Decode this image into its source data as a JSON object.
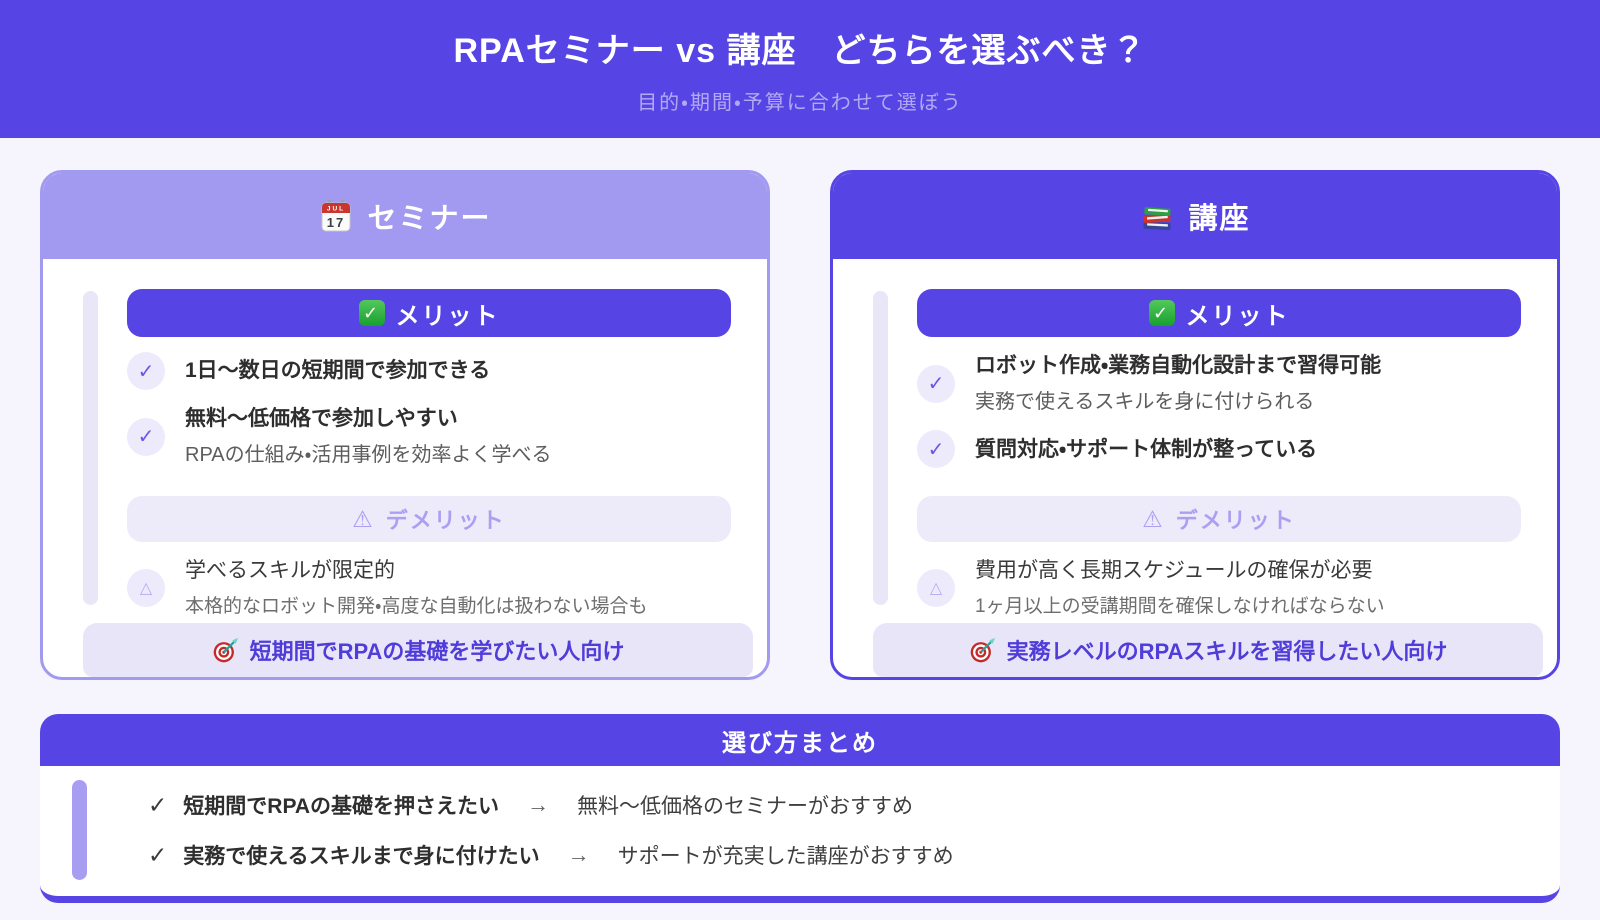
{
  "header": {
    "title": "RPAセミナー vs 講座　どちらを選ぶべき？",
    "subtitle": "目的・期間・予算に合わせて選ぼう"
  },
  "icons": {
    "check": "✓",
    "item_check": "✓",
    "triangle": "△",
    "warning": "⚠",
    "calendar_month": "JUL",
    "calendar_day": "17",
    "summary_check": "✓"
  },
  "cards": [
    {
      "title": "セミナー",
      "icon": "calendar-icon",
      "merit_label": "メリット",
      "merits": [
        {
          "text": "1日〜数日の短期間で参加できる"
        },
        {
          "text": "無料〜低価格で参加しやすい",
          "sub": "RPAの仕組み・活用事例を効率よく学べる"
        }
      ],
      "demerit_label": "デメリット",
      "demerits": [
        {
          "text": "学べるスキルが限定的",
          "sub": "本格的なロボット開発・高度な自動化は扱わない場合も"
        }
      ],
      "target": "短期間でRPAの基礎を学びたい人向け"
    },
    {
      "title": "講座",
      "icon": "books-icon",
      "merit_label": "メリット",
      "merits": [
        {
          "text": "ロボット作成・業務自動化設計まで習得可能",
          "sub": "実務で使えるスキルを身に付けられる"
        },
        {
          "text": "質問対応・サポート体制が整っている"
        }
      ],
      "demerit_label": "デメリット",
      "demerits": [
        {
          "text": "費用が高く長期スケジュールの確保が必要",
          "sub": "1ヶ月以上の受講期間を確保しなければならない"
        }
      ],
      "target": "実務レベルのRPAスキルを習得したい人向け"
    }
  ],
  "summary": {
    "title": "選び方まとめ",
    "rows": [
      {
        "condition": "短期間でRPAの基礎を押さえたい",
        "arrow": "→",
        "recommendation": "無料〜低価格のセミナーがおすすめ"
      },
      {
        "condition": "実務で使えるスキルまで身に付けたい",
        "arrow": "→",
        "recommendation": "サポートが充実した講座がおすすめ"
      }
    ]
  },
  "colors": {
    "banner_bg": "#5645e4",
    "page_bg": "#f6f4fc",
    "seminar_accent": "#a29af0",
    "course_accent": "#5645e4",
    "merit_pill_bg": "#5645e4",
    "demerit_pill_bg": "#edebfa",
    "demerit_pill_text": "#ab9ff2",
    "target_strip_bg": "#e8e5f9",
    "target_text": "#4f3cd9",
    "green_check": "#17a02e"
  }
}
